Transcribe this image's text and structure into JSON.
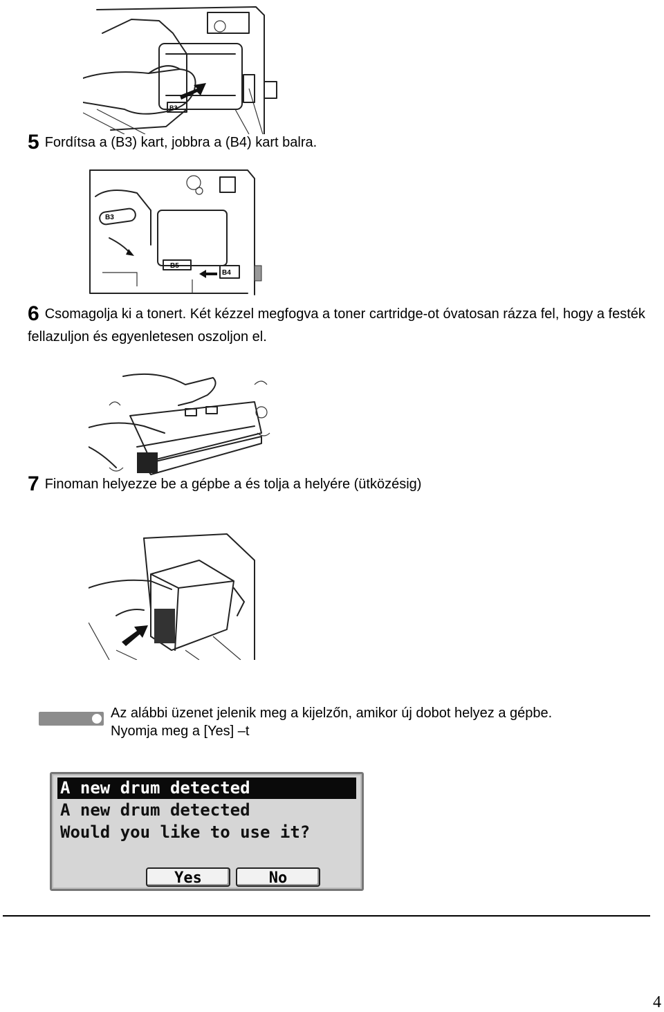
{
  "steps": [
    {
      "num": "5",
      "text": "Fordítsa a (B3) kart, jobbra a (B4) kart balra."
    },
    {
      "num": "6",
      "line1": "Csomagolja ki a tonert. Két kézzel megfogva a toner cartridge-ot óvatosan rázza fel, hogy a festék",
      "line2": "fellazuljon és egyenletesen oszoljon el."
    },
    {
      "num": "7",
      "text": "Finoman helyezze be a gépbe a és tolja a helyére (ütközésig)"
    }
  ],
  "figures": {
    "fig1": {
      "labels": [
        "B3"
      ]
    },
    "fig2": {
      "labels": [
        "B3",
        "B5",
        "B4"
      ]
    }
  },
  "note": {
    "line1": "Az alábbi üzenet jelenik meg a kijelzőn, amikor új dobot helyez a gépbe.",
    "line2": "Nyomja meg a [Yes] –t"
  },
  "lcd": {
    "title": "A new drum detected",
    "line1": "A new drum detected",
    "line2": "Would you like to use it?",
    "yes_label": "Yes",
    "no_label": "No"
  },
  "page_number": "4"
}
